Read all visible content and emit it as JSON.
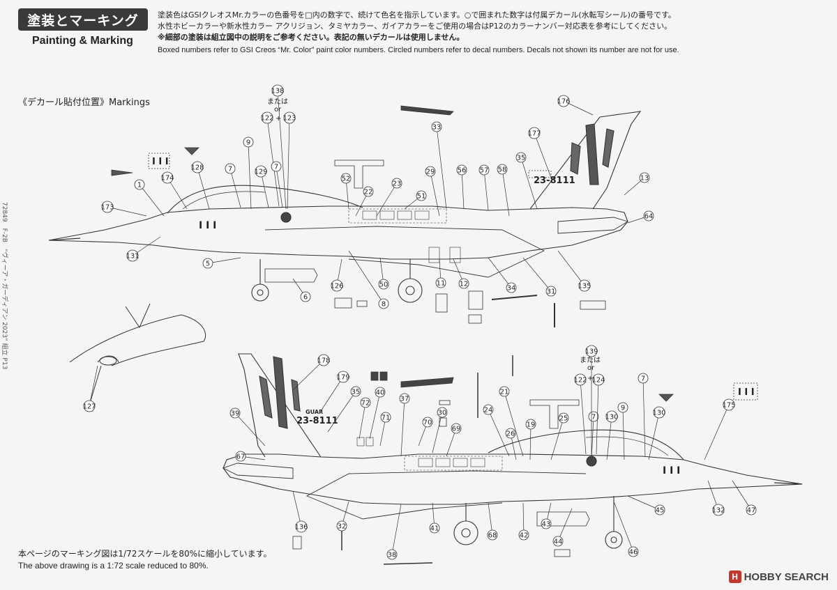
{
  "header": {
    "title_jp": "塗装とマーキング",
    "title_en": "Painting & Marking"
  },
  "instructions": {
    "line1": "塗装色はGSIクレオスMr.カラーの色番号を□内の数字で、続けて色名を指示しています。○で囲まれた数字は付属デカール(水転写シール)の番号です。",
    "line2": "水性ホビーカラーや新水性カラー アクリジョン、タミヤカラー、ガイアカラーをご使用の場合はP12のカラーナンバー対応表を参考にしてください。",
    "line3": "※細部の塗装は組立図中の説明をご参考ください。表記の無いデカールは使用しません。",
    "line4": "Boxed numbers refer to GSI Creos “Mr. Color” paint color numbers. Circled numbers refer to decal numbers. Decals not shown its number are not for use."
  },
  "section_label": "《デカール貼付位置》Markings",
  "side_text": "72849　F-2B　“ヴィーア・ガーディアン 2023” 組立 P13",
  "aircraft": {
    "tail_code": "23-8111",
    "tail_marking": "GUAR"
  },
  "top_callouts": [
    {
      "n": "138"
    },
    {
      "n": "122"
    },
    {
      "n": "123"
    },
    {
      "n": "9"
    },
    {
      "n": "7"
    },
    {
      "n": "128"
    },
    {
      "n": "174"
    },
    {
      "n": "1"
    },
    {
      "n": "173"
    },
    {
      "n": "131"
    },
    {
      "n": "5"
    },
    {
      "n": "126"
    },
    {
      "n": "6"
    },
    {
      "n": "129"
    },
    {
      "n": "7"
    },
    {
      "n": "52"
    },
    {
      "n": "22"
    },
    {
      "n": "23"
    },
    {
      "n": "51"
    },
    {
      "n": "33"
    },
    {
      "n": "29"
    },
    {
      "n": "56"
    },
    {
      "n": "57"
    },
    {
      "n": "58"
    },
    {
      "n": "35"
    },
    {
      "n": "177"
    },
    {
      "n": "176"
    },
    {
      "n": "13"
    },
    {
      "n": "64"
    },
    {
      "n": "135"
    },
    {
      "n": "31"
    },
    {
      "n": "34"
    },
    {
      "n": "12"
    },
    {
      "n": "11"
    },
    {
      "n": "50"
    },
    {
      "n": "8"
    }
  ],
  "bottom_callouts": [
    {
      "n": "178"
    },
    {
      "n": "179"
    },
    {
      "n": "35"
    },
    {
      "n": "39"
    },
    {
      "n": "67"
    },
    {
      "n": "72"
    },
    {
      "n": "40"
    },
    {
      "n": "37"
    },
    {
      "n": "71"
    },
    {
      "n": "70"
    },
    {
      "n": "30"
    },
    {
      "n": "69"
    },
    {
      "n": "24"
    },
    {
      "n": "21"
    },
    {
      "n": "26"
    },
    {
      "n": "19"
    },
    {
      "n": "25"
    },
    {
      "n": "7"
    },
    {
      "n": "130"
    },
    {
      "n": "9"
    },
    {
      "n": "130"
    },
    {
      "n": "175"
    },
    {
      "n": "7"
    },
    {
      "n": "139"
    },
    {
      "n": "122"
    },
    {
      "n": "124"
    },
    {
      "n": "132"
    },
    {
      "n": "47"
    },
    {
      "n": "45"
    },
    {
      "n": "46"
    },
    {
      "n": "44"
    },
    {
      "n": "43"
    },
    {
      "n": "42"
    },
    {
      "n": "68"
    },
    {
      "n": "41"
    },
    {
      "n": "32"
    },
    {
      "n": "38"
    },
    {
      "n": "136"
    },
    {
      "n": "127"
    }
  ],
  "or_text": {
    "jp": "または",
    "en": "or",
    "plus": "+"
  },
  "footer": {
    "scale_jp": "本ページのマーキング図は1/72スケールを80%に縮小しています。",
    "scale_en": "The above drawing is a 1:72 scale reduced to 80%.",
    "logo_text": "HOBBY SEARCH",
    "logo_mark": "H"
  },
  "colors": {
    "title_bg": "#3a3a3a",
    "logo_red": "#c0392b",
    "line": "#333333"
  }
}
